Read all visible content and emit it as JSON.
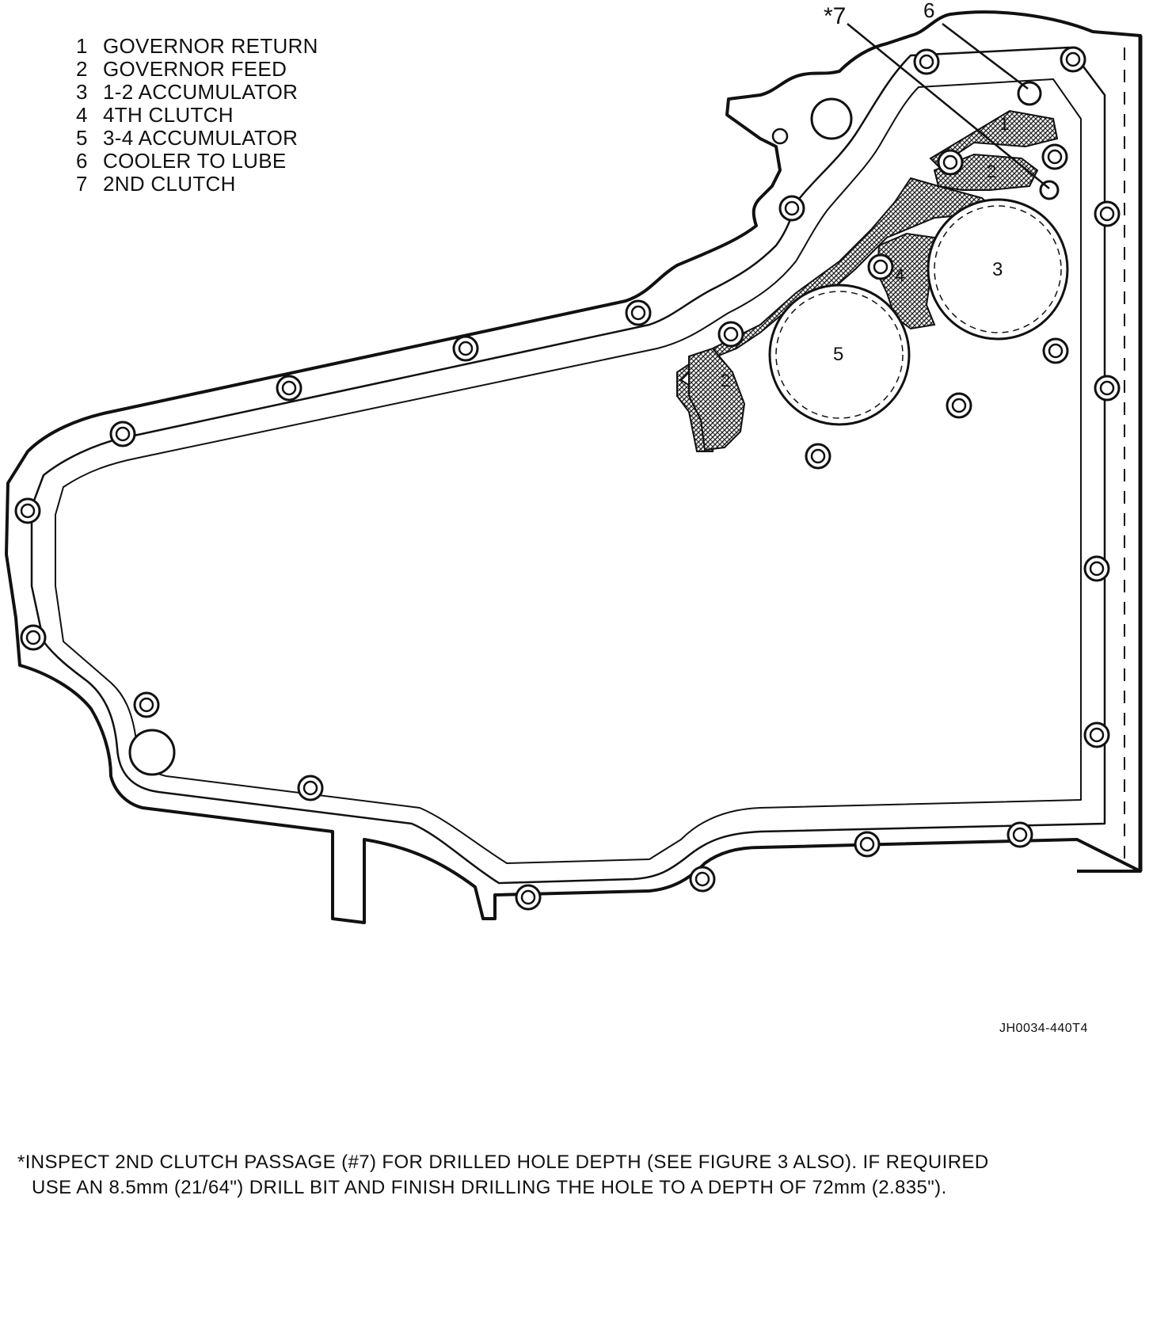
{
  "legend": [
    {
      "num": "1",
      "label": "GOVERNOR RETURN"
    },
    {
      "num": "2",
      "label": "GOVERNOR FEED"
    },
    {
      "num": "3",
      "label": "1-2 ACCUMULATOR"
    },
    {
      "num": "4",
      "label": "4TH CLUTCH"
    },
    {
      "num": "5",
      "label": "3-4 ACCUMULATOR"
    },
    {
      "num": "6",
      "label": "COOLER TO LUBE"
    },
    {
      "num": "7",
      "label": "2ND CLUTCH"
    }
  ],
  "callouts": {
    "star7": "*7",
    "six": "6",
    "p1": "1",
    "p2_upper": "2",
    "p2_lower": "2",
    "p3": "3",
    "p4": "4",
    "p5": "5"
  },
  "figure_id": "JH0034-440T4",
  "note": {
    "line1": "*INSPECT 2ND CLUTCH PASSAGE (#7) FOR DRILLED HOLE DEPTH (SEE FIGURE 3 ALSO). IF REQUIRED",
    "line2": "USE AN 8.5mm (21/64\") DRILL BIT AND FINISH DRILLING THE HOLE TO A DEPTH OF 72mm (2.835\")."
  }
}
